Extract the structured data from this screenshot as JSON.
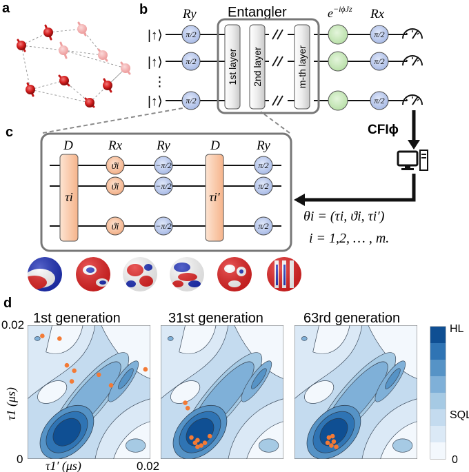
{
  "panels": {
    "a": "a",
    "b": "b",
    "c": "c",
    "d": "d"
  },
  "circuit_b": {
    "ket": "|↑⟩",
    "ellipsis": "⋮",
    "ry_label": "Ry",
    "entangler_label": "Entangler",
    "phase_label": "e",
    "phase_exponent": "−iϕJz",
    "rx_label": "Rx",
    "gate_value": "π/2",
    "layers": [
      "1st layer",
      "2nd layer",
      "m-th layer"
    ],
    "cfi_label": "CFIϕ"
  },
  "circuit_c": {
    "col_labels": [
      "D",
      "Rx",
      "Ry",
      "D",
      "Ry"
    ],
    "tau": "τi",
    "tau_prime": "τi′",
    "theta_gate": "ϑi",
    "neg_half_pi": "−π/2",
    "half_pi": "π/2"
  },
  "equations": {
    "line1": "θi = (τi, ϑi, τi′)",
    "line2": "i = 1,2, … , m."
  },
  "plots_d": {
    "titles": [
      "1st generation",
      "31st generation",
      "63rd generation"
    ],
    "y_top": "0.02",
    "y_bottom": "0",
    "x_right": "0.02",
    "ylabel": "τ1 (μs)",
    "xlabel": "τ1′ (μs)",
    "colorbar_labels": [
      "HL",
      "SQL",
      "0"
    ],
    "colors": {
      "level0": "#f3f8fd",
      "level1": "#dbe9f6",
      "level2": "#c4dbef",
      "level3": "#a6cae4",
      "level4": "#7fb0d8",
      "level5": "#5693c6",
      "level6": "#2f74b4",
      "level7": "#0f4f93",
      "point": "#f37a35"
    }
  }
}
